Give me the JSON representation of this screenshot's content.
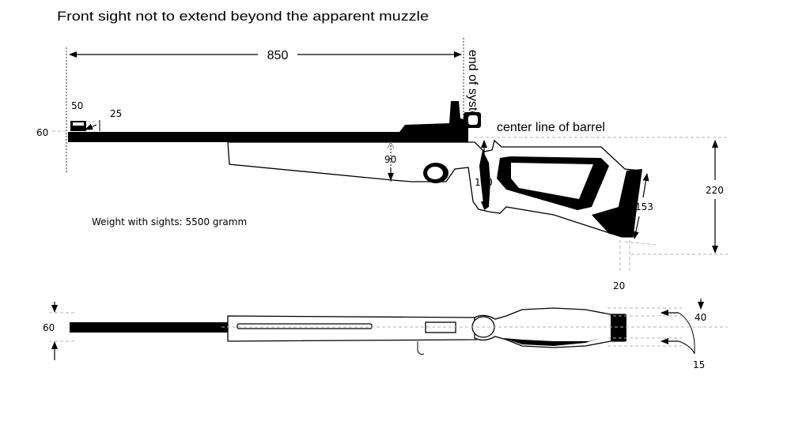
{
  "title": "Front sight not to extend beyond the apparent muzzle",
  "labels": {
    "end_of_system": "end of system",
    "center_line": "center line of barrel",
    "weight": "Weight with sights: 5500 gramm"
  },
  "dimensions": {
    "length": "850",
    "front_sight_length": "50",
    "front_sight_height": "25",
    "barrel_height_side": "60",
    "trigger_guard_depth": "90",
    "grip_depth": "160",
    "butt_drop": "220",
    "butt_plate_length": "153",
    "butt_plate_offset": "20",
    "width_top": "60",
    "butt_width": "40",
    "butt_offset": "15"
  }
}
